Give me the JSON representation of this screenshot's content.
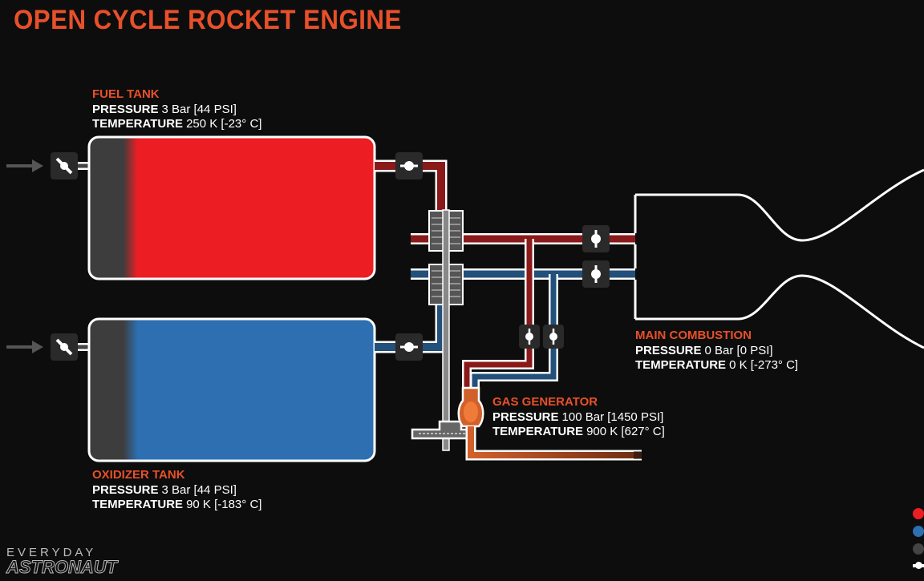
{
  "title": "OPEN CYCLE ROCKET ENGINE",
  "fuel_tank": {
    "heading": "FUEL TANK",
    "pressure_label": "PRESSURE",
    "pressure_value": "3 Bar [44 PSI]",
    "temperature_label": "TEMPERATURE",
    "temperature_value": "250 K [-23° C]"
  },
  "oxidizer_tank": {
    "heading": "OXIDIZER TANK",
    "pressure_label": "PRESSURE",
    "pressure_value": "3 Bar [44 PSI]",
    "temperature_label": "TEMPERATURE",
    "temperature_value": "90 K [-183° C]"
  },
  "main_combustion": {
    "heading": "MAIN COMBUSTION",
    "pressure_label": "PRESSURE",
    "pressure_value": "0 Bar [0 PSI]",
    "temperature_label": "TEMPERATURE",
    "temperature_value": "0 K [-273° C]"
  },
  "gas_generator": {
    "heading": "GAS GENERATOR",
    "pressure_label": "PRESSURE",
    "pressure_value": "100 Bar [1450  PSI]",
    "temperature_label": "TEMPERATURE",
    "temperature_value": "900 K [627° C]"
  },
  "brand": {
    "line1": "EVERYDAY",
    "line2": "ASTRONAUT"
  },
  "colors": {
    "background": "#0d0d0d",
    "accent": "#e8502a",
    "fuel": "#ec1e24",
    "fuel_dark": "#8a1a1a",
    "oxidizer": "#2d6fb0",
    "oxidizer_dark": "#23507a",
    "gas": "#444444",
    "exhaust": "#d2602a",
    "outline": "#ffffff"
  },
  "icons": [
    "arrow-right-icon",
    "valve-closed-icon",
    "valve-open-icon",
    "turbopump-icon",
    "legend-dot-icon"
  ]
}
